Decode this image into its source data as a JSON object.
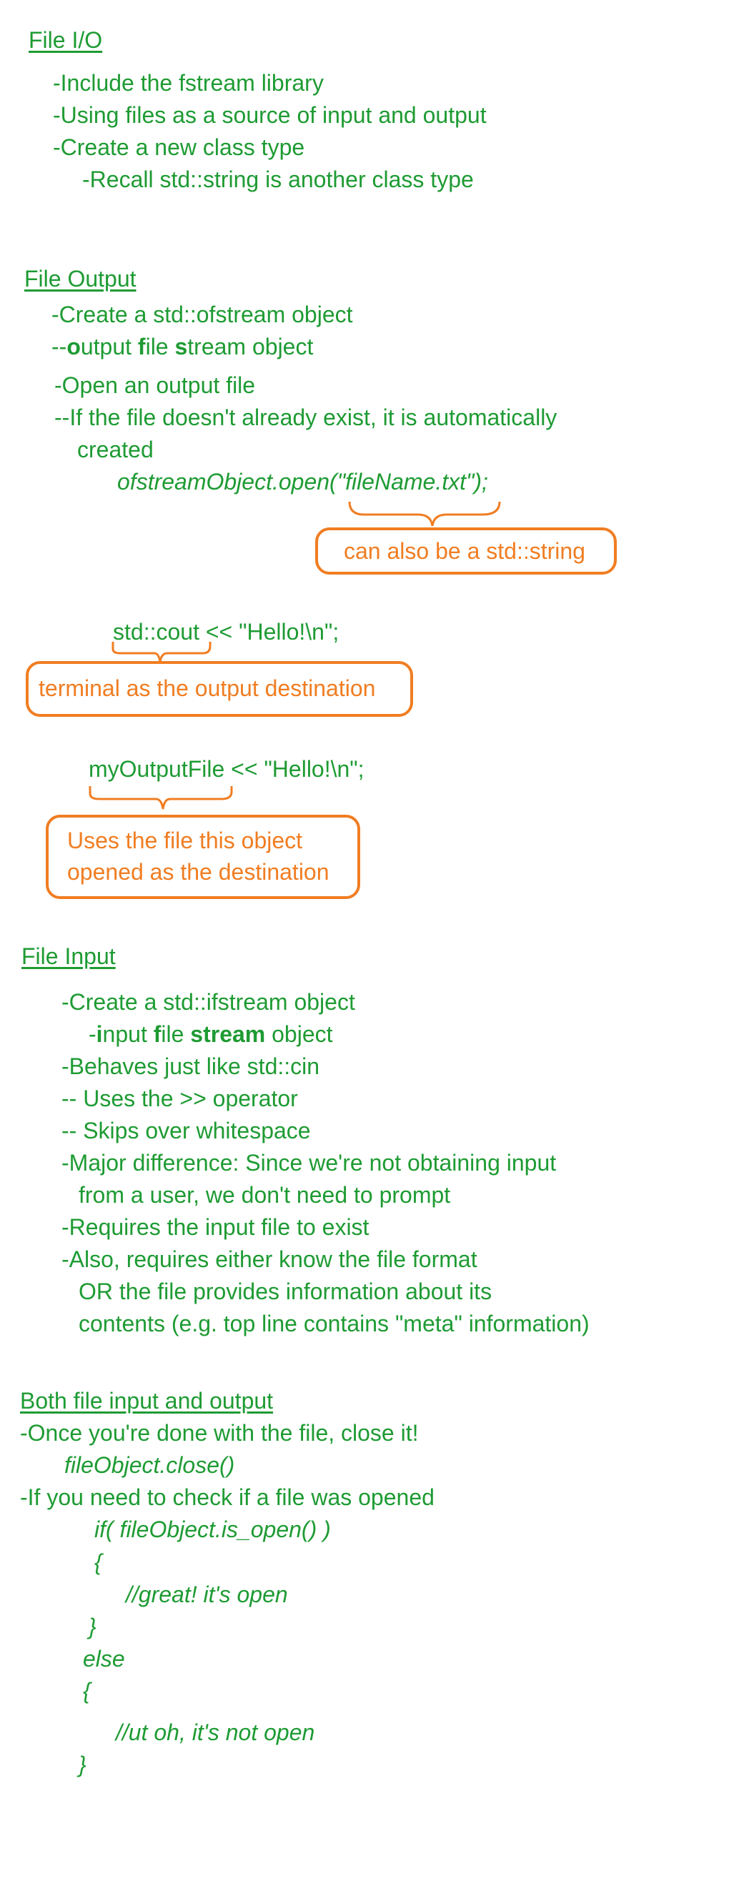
{
  "sections": {
    "file_io": {
      "heading": "File I/O",
      "lines": [
        "-Include the fstream library",
        "-Using files as a source of input and output",
        "-Create a new class type",
        "-Recall std::string is another class type"
      ]
    },
    "file_output": {
      "heading": "File Output",
      "line1": "-Create a std::ofstream object",
      "line2_prefix": "--",
      "line2_o": "o",
      "line2_a": "utput ",
      "line2_f": "f",
      "line2_b": "ile ",
      "line2_s": "s",
      "line2_c": "tream object",
      "line3": "-Open an output file",
      "line4": "--If the file doesn't already exist, it is automatically",
      "line5": "created",
      "code": "ofstreamObject.open(\"fileName.txt\");",
      "note": "can also be a std::string"
    },
    "cout_example": {
      "code": "std::cout << \"Hello!\\n\";",
      "note": "terminal as the output destination"
    },
    "file_example": {
      "code": "myOutputFile << \"Hello!\\n\";",
      "note_line1": "Uses the file this object",
      "note_line2": "opened as the destination"
    },
    "file_input": {
      "heading": "File Input",
      "line1": "-Create a std::ifstream object",
      "line2_prefix": "-",
      "line2_i": "i",
      "line2_a": "nput ",
      "line2_f": "f",
      "line2_b": "ile ",
      "line2_stream": "stream",
      "line2_c": " object",
      "lines": [
        "-Behaves just like std::cin",
        "-- Uses the >> operator",
        "-- Skips over whitespace",
        "-Major difference: Since we're not obtaining input",
        "from a user, we don't need to prompt",
        "-Requires the input file to exist",
        "-Also, requires either know the file format",
        "OR the file provides information about its",
        "contents (e.g. top line contains \"meta\" information)"
      ]
    },
    "both": {
      "heading": "Both file input and output",
      "line1": "-Once you're done with the file, close it!",
      "code1": "fileObject.close()",
      "line2": "-If you need to check if a file was opened",
      "code_lines": [
        "if( fileObject.is_open() )",
        "{",
        "//great! it's open",
        "}",
        "else",
        "{",
        "//ut oh, it's not open",
        "}"
      ]
    }
  },
  "colors": {
    "text": "#1e9b33",
    "annotation": "#f07d22"
  }
}
